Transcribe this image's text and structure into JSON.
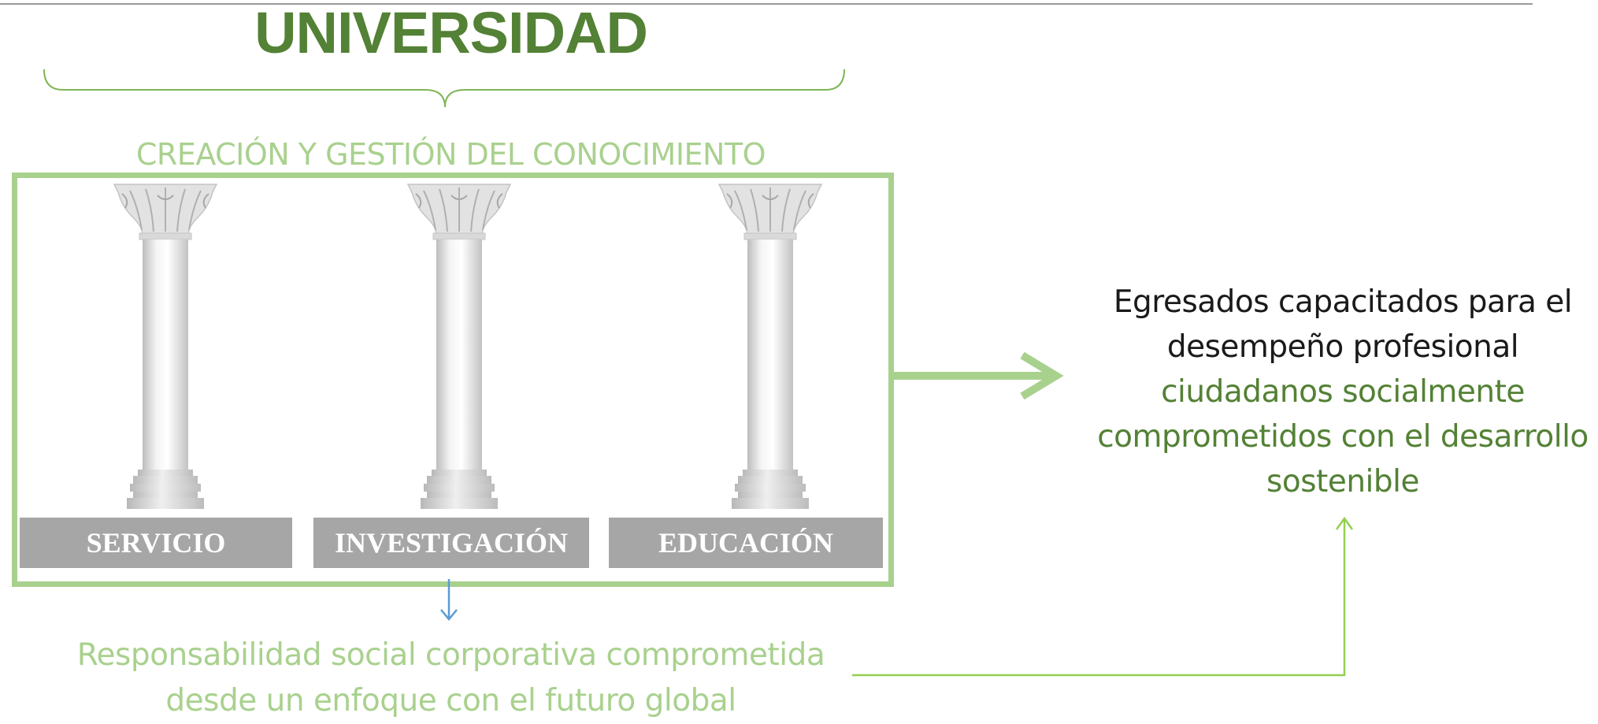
{
  "diagram": {
    "title": "UNIVERSIDAD",
    "subtitle": "CREACIÓN Y GESTIÓN DEL CONOCIMIENTO",
    "pillars": [
      {
        "label": "SERVICIO"
      },
      {
        "label": "INVESTIGACIÓN"
      },
      {
        "label": "EDUCACIÓN"
      }
    ],
    "outcome": {
      "line1": "Egresados capacitados para el",
      "line2": "desempeño profesional",
      "line3": "ciudadanos socialmente",
      "line4": "comprometidos con el desarrollo",
      "line5": "sostenible"
    },
    "footnote": {
      "line1": "Responsabilidad social corporativa comprometida",
      "line2": "desde un enfoque con el futuro global"
    }
  },
  "colors": {
    "title_green": "#538135",
    "light_green": "#a9d18e",
    "label_gray": "#a6a6a6",
    "blue_arrow": "#5b9bd5"
  }
}
